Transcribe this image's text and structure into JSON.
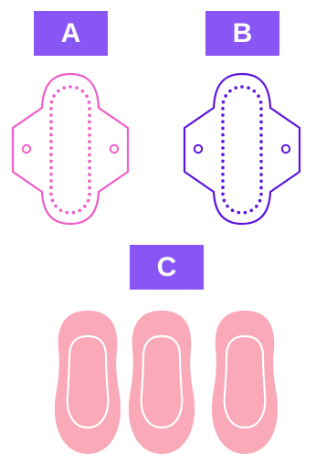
{
  "labels": {
    "a": "A",
    "b": "B",
    "c": "C"
  },
  "colors": {
    "label_bg": "#8a55f5",
    "label_text": "#ffffff",
    "pad_a_outline": "#ee5cc9",
    "pad_b_outline": "#5c14de",
    "pad_c_fill": "#f9a9b8",
    "pad_c_inner_line": "#ffffff"
  },
  "icons": {
    "pad_a": "reusable-cloth-pad-icon",
    "pad_b": "reusable-cloth-pad-icon",
    "pad_c": "disposable-liner-icon"
  }
}
